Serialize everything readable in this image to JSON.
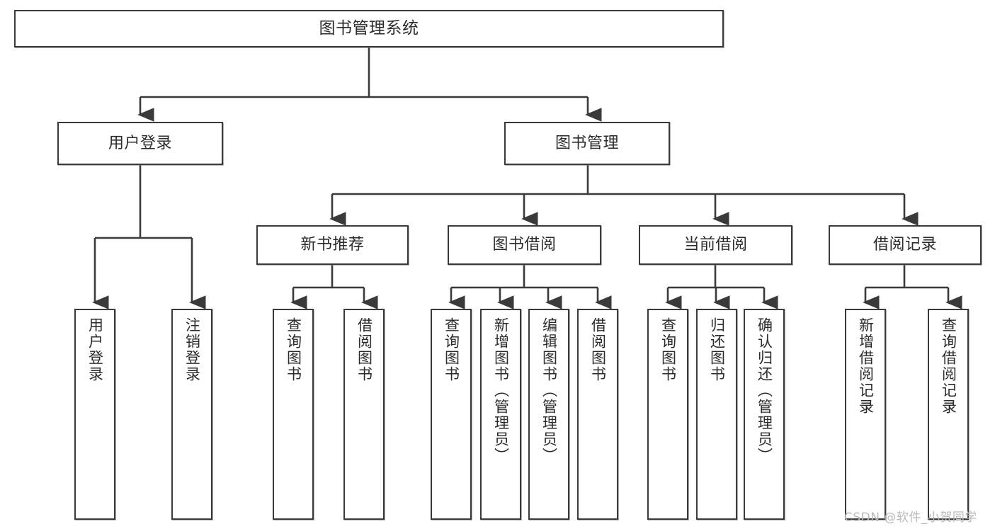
{
  "diagram": {
    "title": "图书管理系统",
    "type": "tree-hierarchy-diagram",
    "root": {
      "id": "root",
      "label": "图书管理系统"
    },
    "level2": [
      {
        "id": "user-login",
        "label": "用户登录"
      },
      {
        "id": "book-manage",
        "label": "图书管理"
      }
    ],
    "level3": [
      {
        "id": "new-book-rec",
        "label": "新书推荐",
        "parent": "book-manage"
      },
      {
        "id": "book-borrow",
        "label": "图书借阅",
        "parent": "book-manage"
      },
      {
        "id": "current-borrow",
        "label": "当前借阅",
        "parent": "book-manage"
      },
      {
        "id": "borrow-record",
        "label": "借阅记录",
        "parent": "book-manage"
      }
    ],
    "leaves": [
      {
        "id": "leaf-user-login",
        "label": "用户登录",
        "parent": "user-login"
      },
      {
        "id": "leaf-logout-login",
        "label": "注销登录",
        "parent": "user-login"
      },
      {
        "id": "leaf-query-book-1",
        "label": "查询图书",
        "parent": "new-book-rec"
      },
      {
        "id": "leaf-borrow-book-1",
        "label": "借阅图书",
        "parent": "new-book-rec"
      },
      {
        "id": "leaf-query-book-2",
        "label": "查询图书",
        "parent": "book-borrow"
      },
      {
        "id": "leaf-add-book",
        "label": "新增图书（管理员）",
        "parent": "book-borrow"
      },
      {
        "id": "leaf-edit-book",
        "label": "编辑图书（管理员）",
        "parent": "book-borrow"
      },
      {
        "id": "leaf-borrow-book-2",
        "label": "借阅图书",
        "parent": "book-borrow"
      },
      {
        "id": "leaf-query-book-3",
        "label": "查询图书",
        "parent": "current-borrow"
      },
      {
        "id": "leaf-return-book",
        "label": "归还图书",
        "parent": "current-borrow"
      },
      {
        "id": "leaf-confirm-return",
        "label": "确认归还（管理员）",
        "parent": "current-borrow"
      },
      {
        "id": "leaf-add-record",
        "label": "新增借阅记录",
        "parent": "borrow-record"
      },
      {
        "id": "leaf-query-record",
        "label": "查询借阅记录",
        "parent": "borrow-record"
      }
    ]
  },
  "watermark": {
    "text": "CSDN @软件_小贺同学"
  },
  "colors": {
    "stroke": "#3a3a3a",
    "box_fill": "#ffffff",
    "text": "#2b2b2b",
    "watermark": "#b9b9b9",
    "background": "#ffffff"
  }
}
